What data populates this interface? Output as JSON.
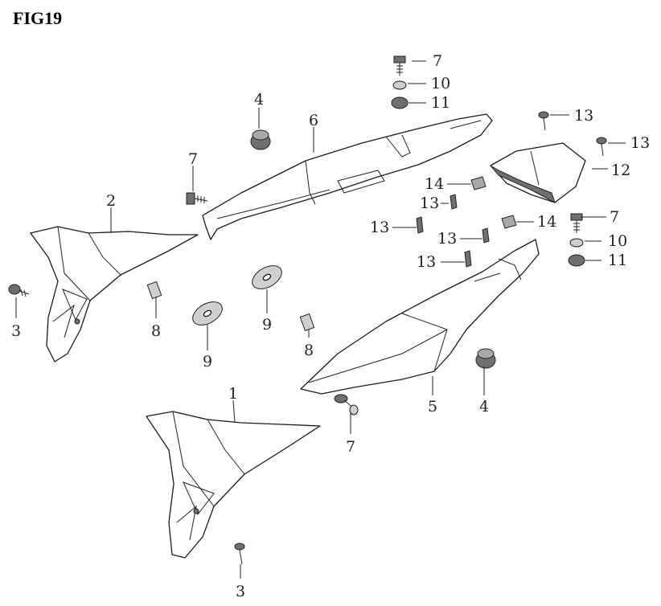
{
  "figure": {
    "title": "FIG19"
  },
  "callouts": {
    "c1": "1",
    "c2": "2",
    "c3a": "3",
    "c3b": "3",
    "c4a": "4",
    "c4b": "4",
    "c5": "5",
    "c6": "6",
    "c7a": "7",
    "c7b": "7",
    "c7c": "7",
    "c7d": "7",
    "c8a": "8",
    "c8b": "8",
    "c9a": "9",
    "c9b": "9",
    "c10a": "10",
    "c10b": "10",
    "c11a": "11",
    "c11b": "11",
    "c12": "12",
    "c13a": "13",
    "c13b": "13",
    "c13c": "13",
    "c13d": "13",
    "c13e": "13",
    "c13f": "13",
    "c14a": "14",
    "c14b": "14"
  }
}
